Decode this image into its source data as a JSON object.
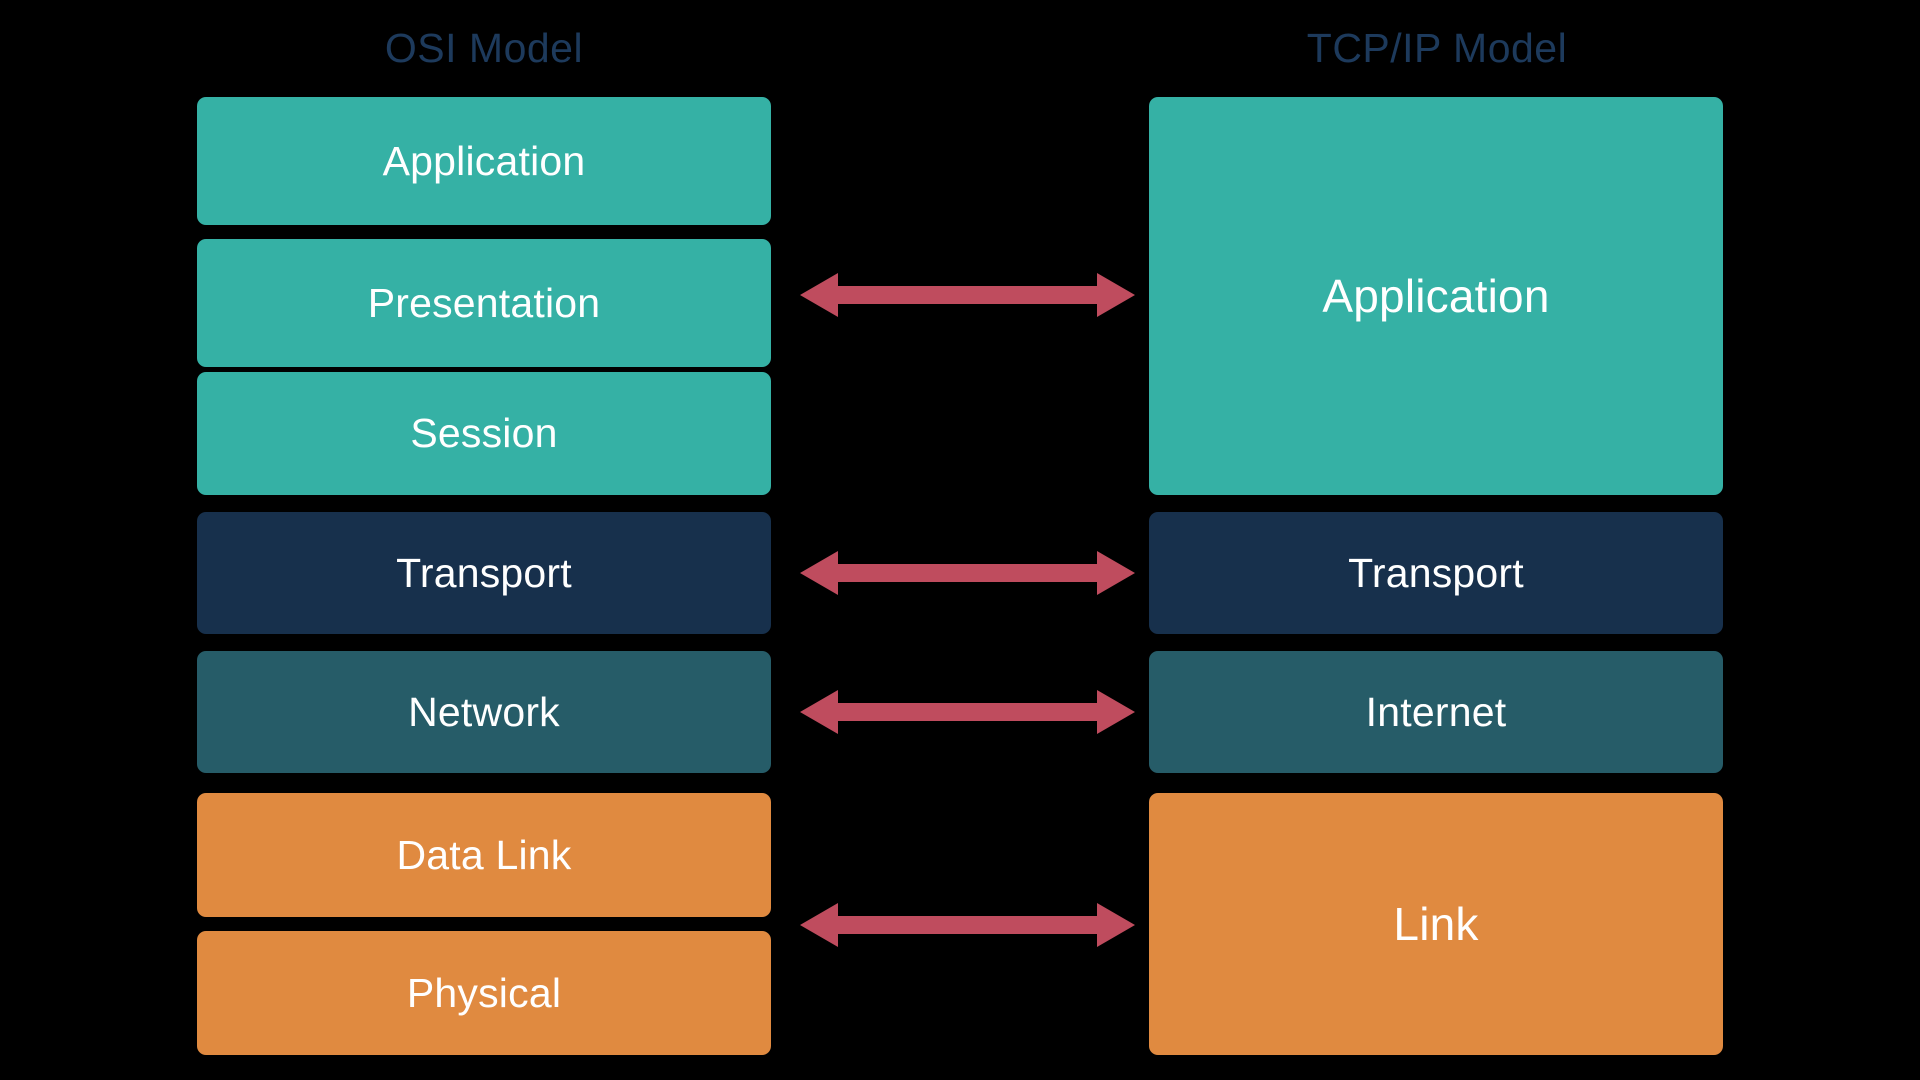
{
  "background_color": "#000000",
  "palette": {
    "teal": "#35b1a5",
    "navy": "#17304c",
    "steel": "#265c68",
    "orange": "#e08a40",
    "arrow": "#bf4c5e",
    "title_text": "#1d3a5c",
    "box_text": "#ffffff"
  },
  "columns": {
    "osi": {
      "title": "OSI Model",
      "layers": [
        {
          "label": "Application",
          "color": "#35b1a5"
        },
        {
          "label": "Presentation",
          "color": "#35b1a5"
        },
        {
          "label": "Session",
          "color": "#35b1a5"
        },
        {
          "label": "Transport",
          "color": "#17304c"
        },
        {
          "label": "Network",
          "color": "#265c68"
        },
        {
          "label": "Data Link",
          "color": "#e08a40"
        },
        {
          "label": "Physical",
          "color": "#e08a40"
        }
      ]
    },
    "tcpip": {
      "title": "TCP/IP Model",
      "layers": [
        {
          "label": "Application",
          "color": "#35b1a5"
        },
        {
          "label": "Transport",
          "color": "#17304c"
        },
        {
          "label": "Internet",
          "color": "#265c68"
        },
        {
          "label": "Link",
          "color": "#e08a40"
        }
      ]
    }
  },
  "connectors": [
    {
      "name": "application-mapping",
      "color": "#bf4c5e"
    },
    {
      "name": "transport-mapping",
      "color": "#bf4c5e"
    },
    {
      "name": "network-internet-mapping",
      "color": "#bf4c5e"
    },
    {
      "name": "link-mapping",
      "color": "#bf4c5e"
    }
  ]
}
